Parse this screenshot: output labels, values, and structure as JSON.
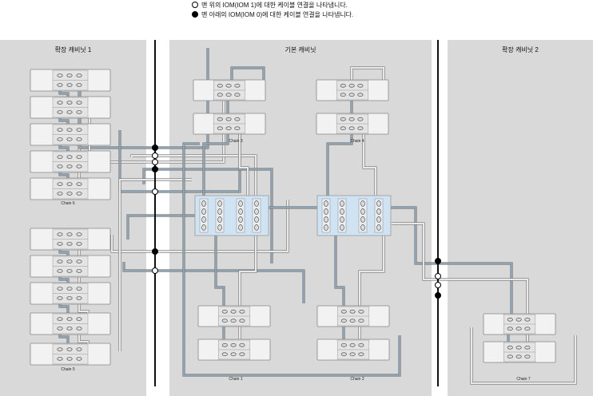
{
  "legend": [
    {
      "symbol": "open-circle",
      "text": "맨 위의 IOM(IOM 1)에 대한 케이블 연결을 나타냅니다."
    },
    {
      "symbol": "filled-circle",
      "text": "맨 아래의 IOM(IOM 0)에 대한 케이블 연결을 나타냅니다."
    }
  ],
  "cabinets": [
    {
      "title": "확장 캐비닛 1"
    },
    {
      "title": "기본 캐비닛"
    },
    {
      "title": "확장 캐비닛 2"
    }
  ],
  "chains": [
    "Chain 1",
    "Chain 2",
    "Chain 3",
    "Chain 4",
    "Chain 5",
    "Chain 6",
    "Chain 7"
  ],
  "bus_left_dots": [
    "filled",
    "open",
    "open",
    "filled",
    "open",
    "filled",
    "open"
  ],
  "bus_right_dots": [
    "filled",
    "open",
    "open",
    "filled"
  ],
  "colors": {
    "panel": "#d9d9d9",
    "cable": "#8fa3b3",
    "cable_light": "#e8e8e8",
    "controller": "#cfe3f3",
    "enclosure": "#f2f2f2"
  }
}
